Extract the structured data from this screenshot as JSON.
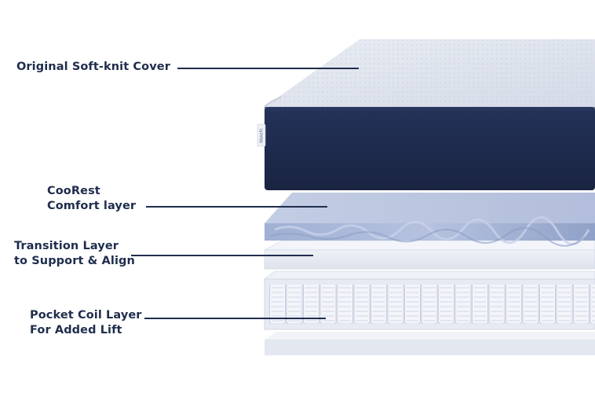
{
  "layers": [
    {
      "id": "cover",
      "lines": [
        "Original Soft-knit Cover"
      ]
    },
    {
      "id": "comfort",
      "lines": [
        "CooRest",
        "Comfort layer"
      ]
    },
    {
      "id": "transition",
      "lines": [
        "Transition Layer",
        "to Support & Align"
      ]
    },
    {
      "id": "coil",
      "lines": [
        "Pocket Coil Layer",
        "For Added Lift"
      ]
    }
  ],
  "brand_tag": "Wakefit",
  "colors": {
    "label_text": "#1f2d4d",
    "cover_top": "#dfe4ee",
    "cover_band": "#1f2b4a",
    "comfort_foam": "#a9b7d6",
    "transition_foam": "#e6eaf2",
    "coil_fabric": "#eef1f7",
    "base_foam": "#e7eaf1"
  }
}
